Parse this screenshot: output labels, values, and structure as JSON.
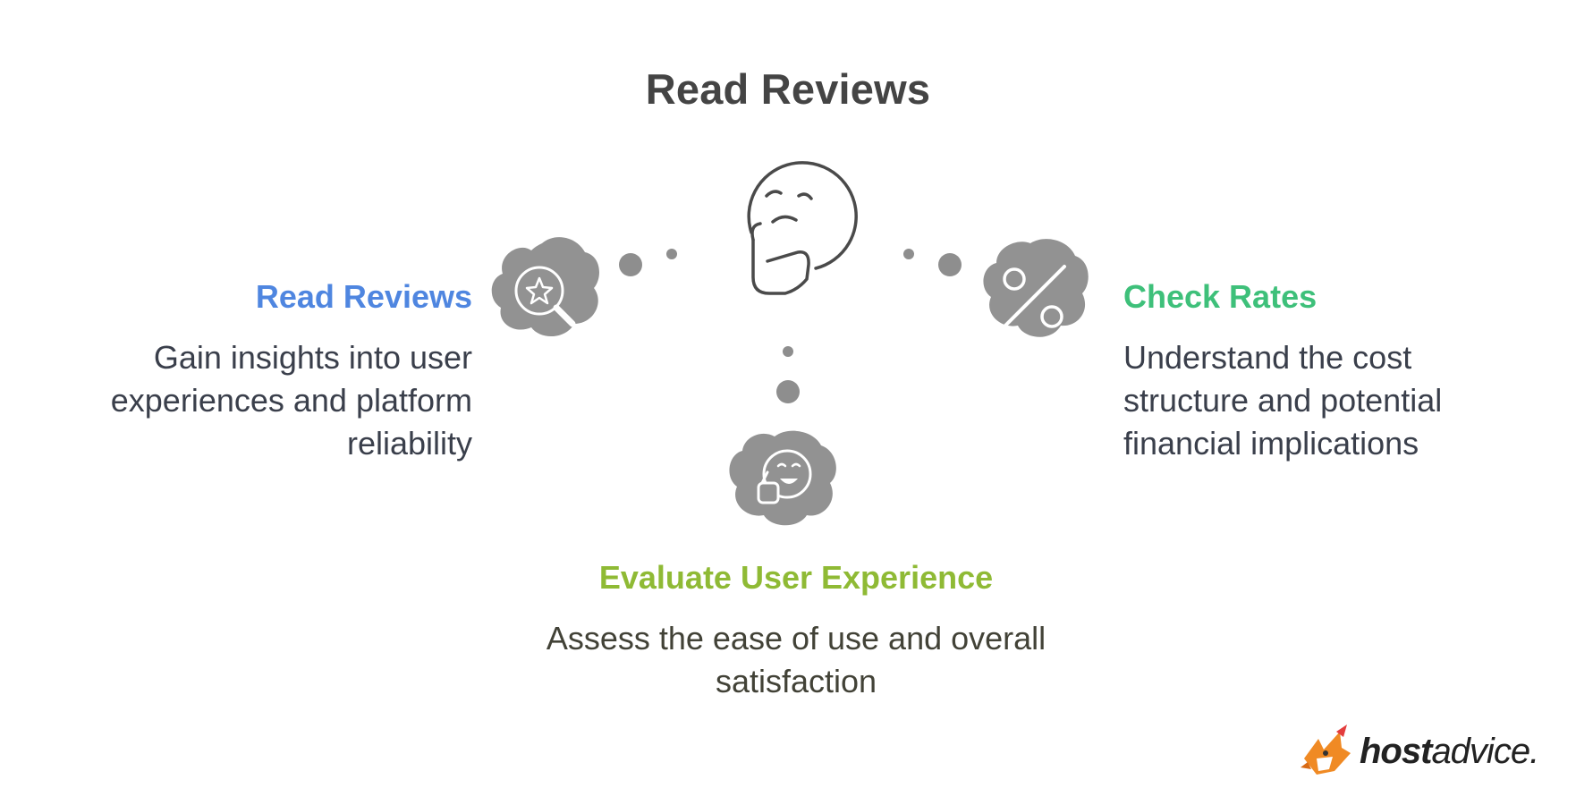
{
  "title": "Read Reviews",
  "center_icon": "thinking-face-icon",
  "items": [
    {
      "id": "left",
      "heading": "Read Reviews",
      "description": "Gain insights into user experiences and platform reliability",
      "icon": "star-search-icon",
      "color": "#4f86e0"
    },
    {
      "id": "right",
      "heading": "Check Rates",
      "description": "Understand the cost structure and potential financial implications",
      "icon": "percent-icon",
      "color": "#3ec07a"
    },
    {
      "id": "bottom",
      "heading": "Evaluate User Experience",
      "description": "Assess the ease of use and overall satisfaction",
      "icon": "thumbs-up-smile-icon",
      "color": "#8fba35"
    }
  ],
  "logo": {
    "bold": "host",
    "regular": "advice."
  }
}
